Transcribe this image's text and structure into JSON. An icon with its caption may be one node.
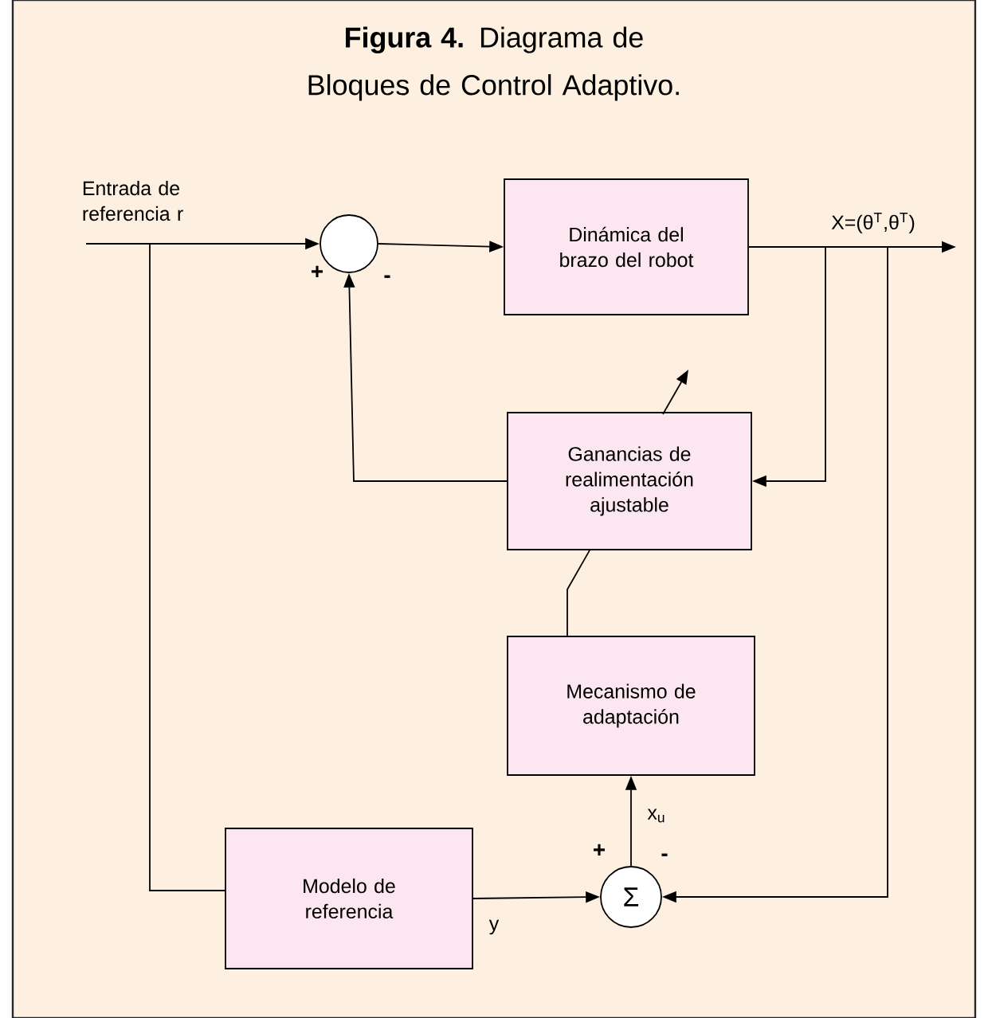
{
  "diagram": {
    "title": "**Figura 4.** Diagrama de Bloques de Control Adaptivo.",
    "nodes": [
      {
        "text": [
          "Entrada de referencia r"
        ]
      },
      {
        "text": [],
        "shape": "circle"
      },
      {
        "text": [
          "Dinámica del brazo del robot"
        ]
      },
      {
        "text": [
          "Ganancias de realimentación ajustable"
        ]
      },
      {
        "text": [
          "Mecanismo de adaptación"
        ]
      },
      {
        "text": [
          "Modelo de referencia"
        ]
      },
      {
        "text": [
          "Σ"
        ]
      }
    ],
    "edges": [
      {
        "from": 0,
        "to": 1,
        "arrow": "to"
      },
      {
        "from": 1,
        "to": 2,
        "arrow": "to"
      },
      {
        "from": 2,
        "to": null,
        "arrow": "to",
        "label": "X=(θ$^{T}$,θ$^{T}$)"
      },
      {
        "from": 2,
        "to": 3,
        "arrow": "to"
      },
      {
        "from": 3,
        "to": 1,
        "arrow": "to"
      },
      {
        "from": 4,
        "to": 3,
        "arrow": "none"
      },
      {
        "from": 0,
        "to": 5,
        "arrow": "none"
      },
      {
        "from": 5,
        "to": 6,
        "arrow": "to",
        "label": "y"
      },
      {
        "from": 2,
        "to": 6,
        "arrow": "to"
      },
      {
        "from": 6,
        "to": 4,
        "arrow": "to",
        "label": "x$_{u}$"
      }
    ],
    "labels": [
      "+",
      "-",
      "+",
      "-"
    ]
  }
}
